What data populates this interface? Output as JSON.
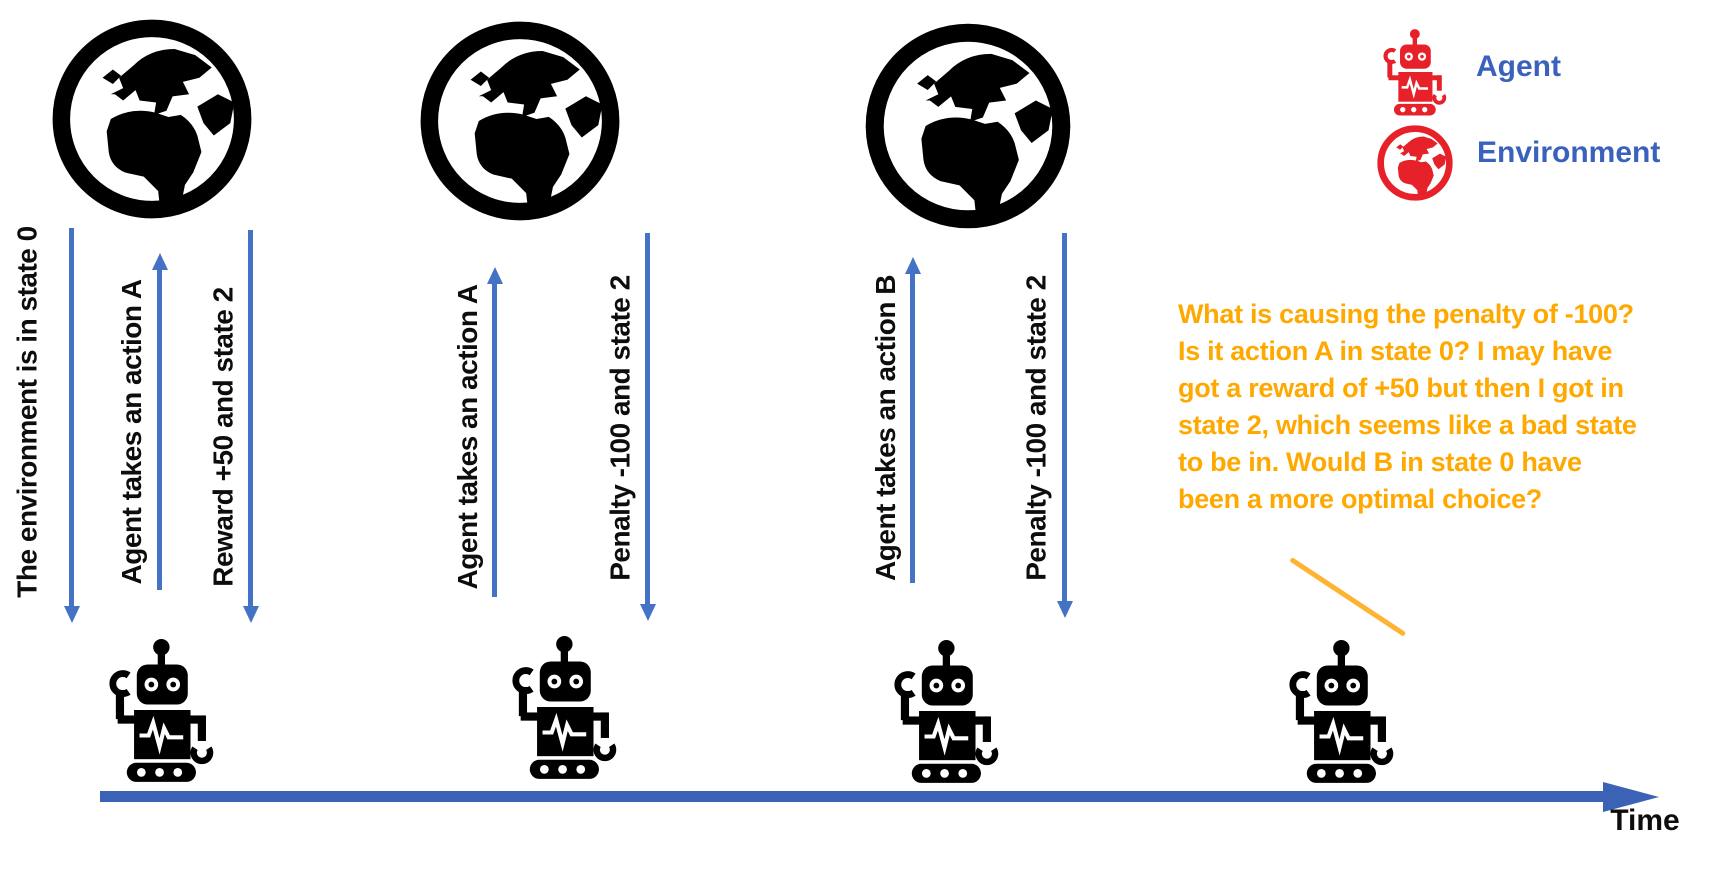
{
  "diagram_title": "reinforcement-learning agent-environment timeline",
  "arrows": [
    {
      "text": "The environment is in state 0",
      "direction": "down",
      "from": "environment",
      "to": "agent"
    },
    {
      "text": "Agent takes an action A",
      "direction": "up",
      "from": "agent",
      "to": "environment"
    },
    {
      "text": "Reward +50 and state 2",
      "direction": "down",
      "from": "environment",
      "to": "agent"
    },
    {
      "text": "Agent takes an action A",
      "direction": "up",
      "from": "agent",
      "to": "environment"
    },
    {
      "text": "Penalty -100 and state 2",
      "direction": "down",
      "from": "environment",
      "to": "agent"
    },
    {
      "text": "Agent takes an action B",
      "direction": "up",
      "from": "agent",
      "to": "environment"
    },
    {
      "text": "Penalty -100 and state 2",
      "direction": "down",
      "from": "environment",
      "to": "agent"
    }
  ],
  "annotation": {
    "lines": [
      "What is causing the penalty of -100?",
      "Is it action A in state 0? I may have",
      "got a reward of +50 but then I got in",
      "state 2, which seems like a bad state",
      "to be in. Would B in state 0 have",
      "been a more optimal choice?"
    ],
    "color": "#FFA800"
  },
  "legend": {
    "agent_label": "Agent",
    "environment_label": "Environment",
    "icon_color": "#E62129",
    "label_color": "#3A62BC"
  },
  "timeline": {
    "label": "Time",
    "color": "#3B62B4"
  },
  "colors": {
    "arrow_blue": "#4472C4",
    "icon_black": "#000000",
    "annotation_orange": "#FFA800",
    "legend_red": "#E62129",
    "legend_label_blue": "#3A62BC"
  },
  "icons": {
    "environment": "globe-icon",
    "agent": "robot-icon"
  }
}
